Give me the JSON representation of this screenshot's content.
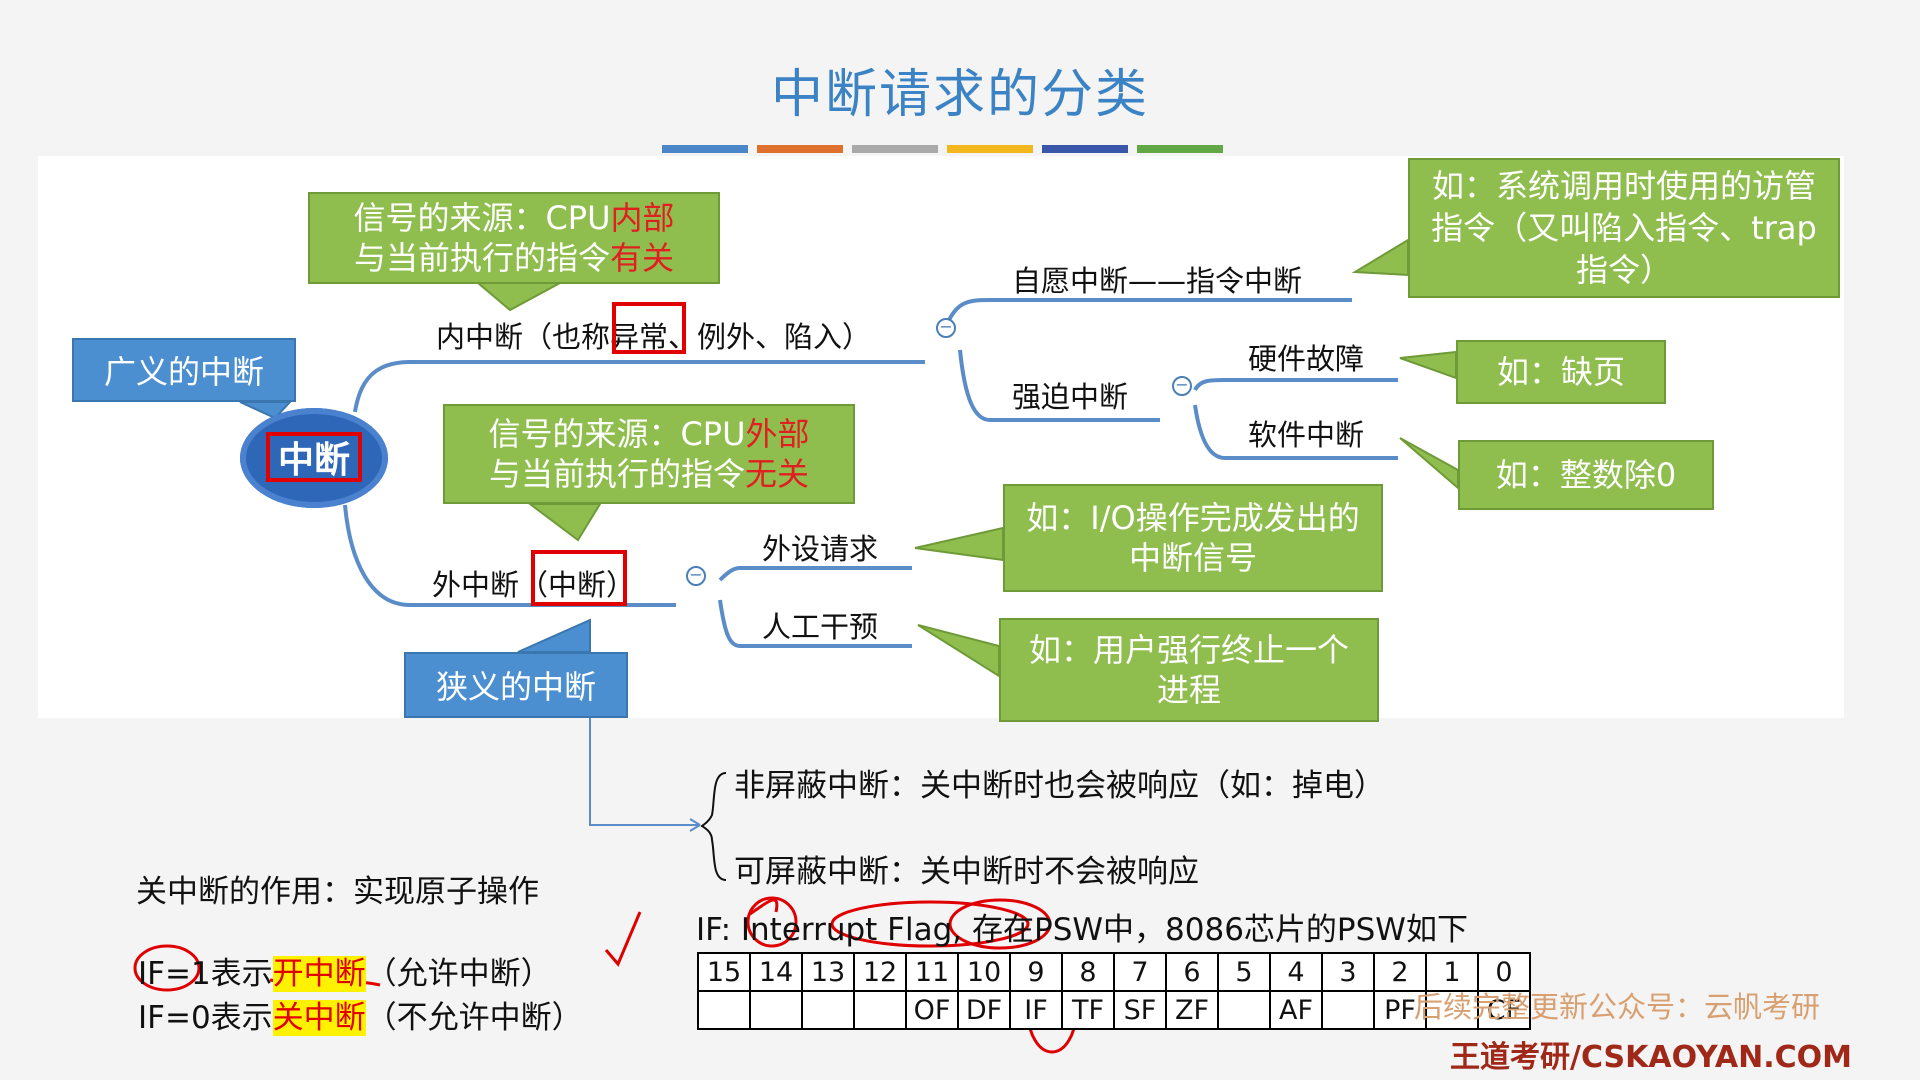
{
  "title": "中断请求的分类",
  "stripe_colors": [
    "#4a86c8",
    "#e0702e",
    "#a9a9a9",
    "#f2b71c",
    "#3a56a8",
    "#62a845"
  ],
  "center": "中断",
  "broad_label": "广义的中断",
  "narrow_label": "狭义的中断",
  "internal": {
    "label": "内中断（也称异常、例外、陷入）",
    "source_line1_prefix": "信号的来源：CPU",
    "source_line1_red": "内部",
    "source_line2_prefix": "与当前执行的指令",
    "source_line2_red": "有关",
    "voluntary": "自愿中断——指令中断",
    "voluntary_note": "如：系统调用时使用的访管指令（又叫陷入指令、trap指令）",
    "forced": "强迫中断",
    "hardware_fault": "硬件故障",
    "hardware_note": "如：缺页",
    "software_int": "软件中断",
    "software_note": "如：整数除0"
  },
  "external": {
    "label": "外中断（中断）",
    "source_line1_prefix": "信号的来源：CPU",
    "source_line1_red": "外部",
    "source_line2_prefix": "与当前执行的指令",
    "source_line2_red": "无关",
    "device": "外设请求",
    "device_note": "如：I/O操作完成发出的中断信号",
    "manual": "人工干预",
    "manual_note": "如：用户强行终止一个进程"
  },
  "nonmaskable": "非屏蔽中断：关中断时也会被响应（如：掉电）",
  "maskable": "可屏蔽中断：关中断时不会被响应",
  "disable_purpose": "关中断的作用：实现原子操作",
  "if1_prefix": "IF=1表示",
  "if1_hl": "开中断",
  "if1_suffix": "（允许中断）",
  "if0_prefix": "IF=0表示",
  "if0_hl": "关中断",
  "if0_suffix": "（不允许中断）",
  "if_desc_prefix": "IF:",
  "if_desc_flag": "Interrupt Flag,",
  "if_desc_suffix": "存在PSW中，8086芯片的PSW如下",
  "psw_bits": [
    "15",
    "14",
    "13",
    "12",
    "11",
    "10",
    "9",
    "8",
    "7",
    "6",
    "5",
    "4",
    "3",
    "2",
    "1",
    "0"
  ],
  "psw_flags": [
    "",
    "",
    "",
    "",
    "OF",
    "DF",
    "IF",
    "TF",
    "SF",
    "ZF",
    "",
    "AF",
    "",
    "PF",
    "",
    "CF"
  ],
  "watermark1": "后续完整更新公众号：云帆考研",
  "watermark2": "王道考研/CSKAOYAN.COM"
}
